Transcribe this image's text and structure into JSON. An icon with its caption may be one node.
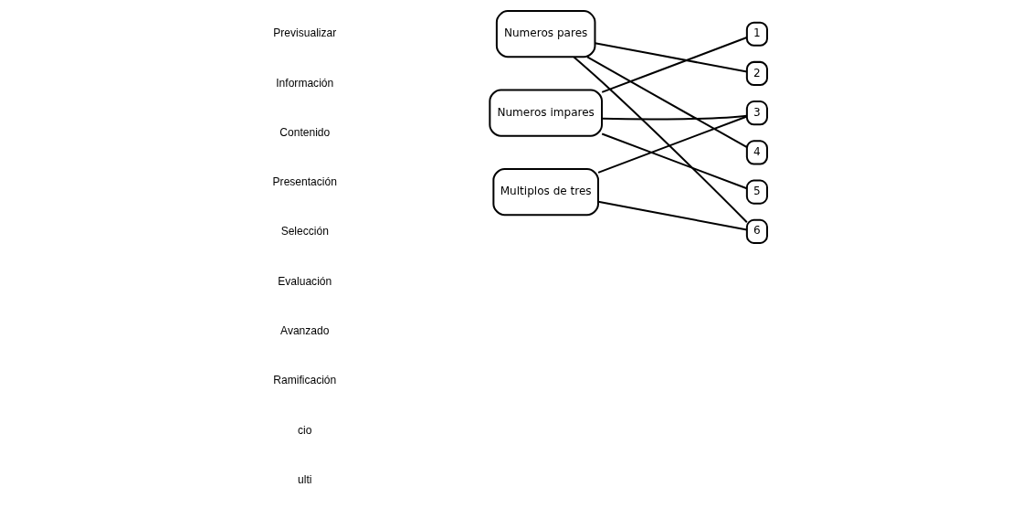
{
  "diagram": {
    "nodes": [
      {
        "text": [
          "Numeros pares"
        ]
      },
      {
        "text": [
          "Numeros impares"
        ]
      },
      {
        "text": [
          "Multiplos de tres"
        ]
      },
      {
        "text": [
          "1"
        ]
      },
      {
        "text": [
          "2"
        ]
      },
      {
        "text": [
          "3"
        ]
      },
      {
        "text": [
          "4"
        ]
      },
      {
        "text": [
          "5"
        ]
      },
      {
        "text": [
          "6"
        ]
      }
    ],
    "edges": [
      {
        "from": 0,
        "to": 4,
        "arrow": "none"
      },
      {
        "from": 0,
        "to": 6,
        "arrow": "none"
      },
      {
        "from": 0,
        "to": 8,
        "arrow": "none"
      },
      {
        "from": 1,
        "to": 3,
        "arrow": "none"
      },
      {
        "from": 1,
        "to": 5,
        "arrow": "none"
      },
      {
        "from": 1,
        "to": 7,
        "arrow": "none"
      },
      {
        "from": 2,
        "to": 5,
        "arrow": "none"
      },
      {
        "from": 2,
        "to": 8,
        "arrow": "none"
      }
    ],
    "labels": [
      "Previsualizar",
      "Información",
      "Contenido",
      "Presentación",
      "Selección",
      "Evaluación",
      "Avanzado",
      "Ramificación",
      "cio",
      "ulti"
    ]
  }
}
